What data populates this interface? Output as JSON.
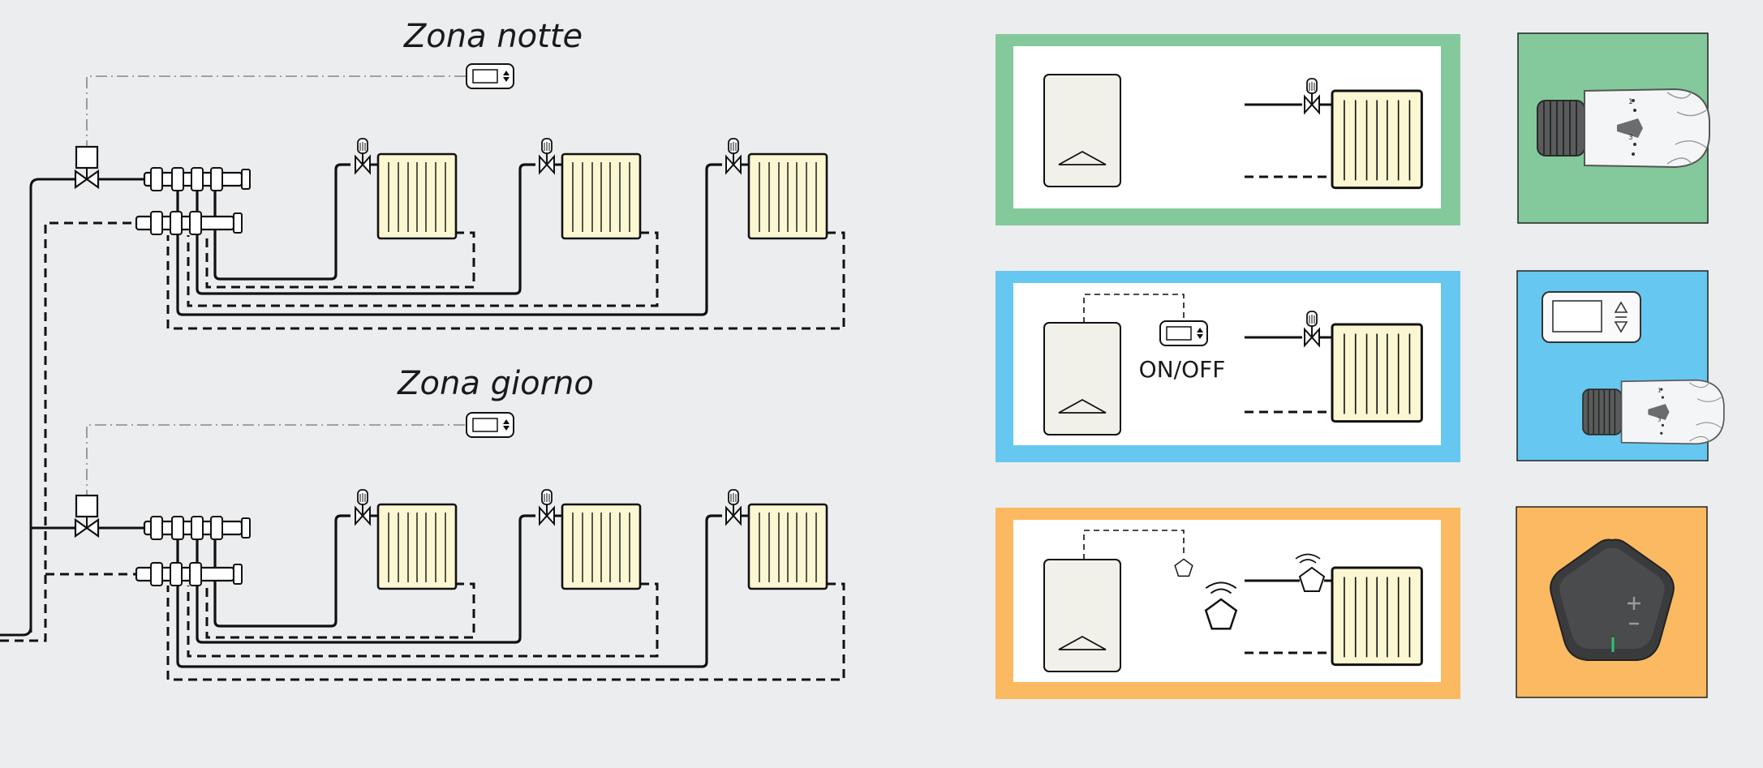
{
  "zones": [
    {
      "label": "Zona notte"
    },
    {
      "label": "Zona giorno"
    }
  ],
  "panels": [
    {
      "border": "#84c99b",
      "photo": "thermostatic-head"
    },
    {
      "border": "#66c8f0",
      "photo": "room-thermostat-and-head",
      "switch_label": "ON/OFF"
    },
    {
      "border": "#fbb962",
      "photo": "smart-pentagon-hub"
    }
  ],
  "colors": {
    "background": "#ecedee",
    "radiator": "#fbf7d2",
    "boiler": "#f1f0e9",
    "line": "#111111",
    "photo_dark": "#3a3b3c"
  }
}
